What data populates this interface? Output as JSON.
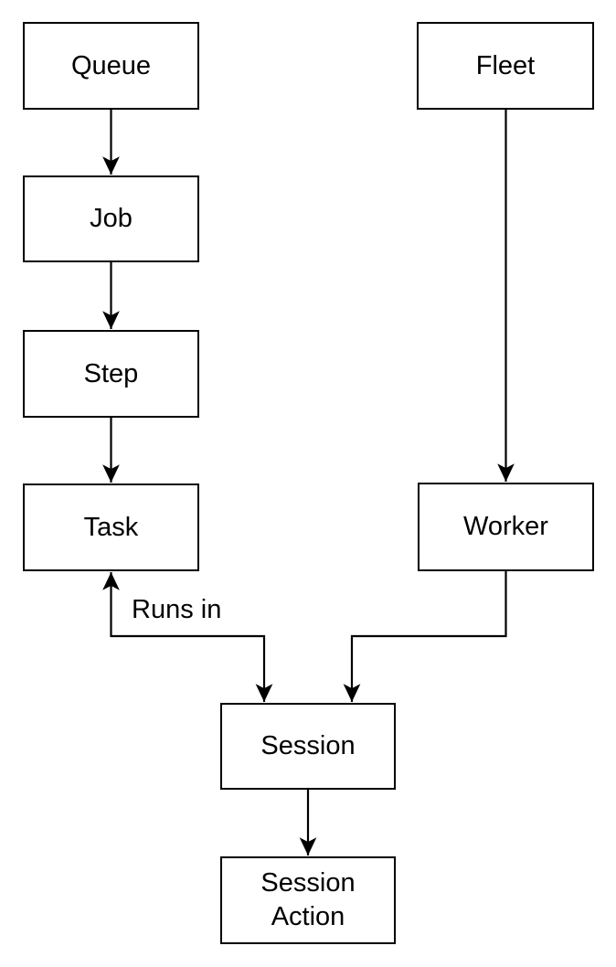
{
  "diagram": {
    "type": "flowchart",
    "background_color": "#ffffff",
    "stroke_color": "#000000",
    "text_color": "#000000",
    "node_fill_color": "#ffffff",
    "nodes": [
      {
        "id": "queue",
        "label": "Queue"
      },
      {
        "id": "job",
        "label": "Job"
      },
      {
        "id": "step",
        "label": "Step"
      },
      {
        "id": "task",
        "label": "Task"
      },
      {
        "id": "fleet",
        "label": "Fleet"
      },
      {
        "id": "worker",
        "label": "Worker"
      },
      {
        "id": "session",
        "label": "Session"
      },
      {
        "id": "session_action",
        "label": "Session Action"
      }
    ],
    "edges": [
      {
        "from": "queue",
        "to": "job",
        "label": ""
      },
      {
        "from": "job",
        "to": "step",
        "label": ""
      },
      {
        "from": "step",
        "to": "task",
        "label": ""
      },
      {
        "from": "fleet",
        "to": "worker",
        "label": ""
      },
      {
        "from": "session",
        "to": "task",
        "label": "Runs in",
        "arrowheads": "both"
      },
      {
        "from": "worker",
        "to": "session",
        "label": ""
      },
      {
        "from": "session",
        "to": "session_action",
        "label": ""
      }
    ]
  }
}
